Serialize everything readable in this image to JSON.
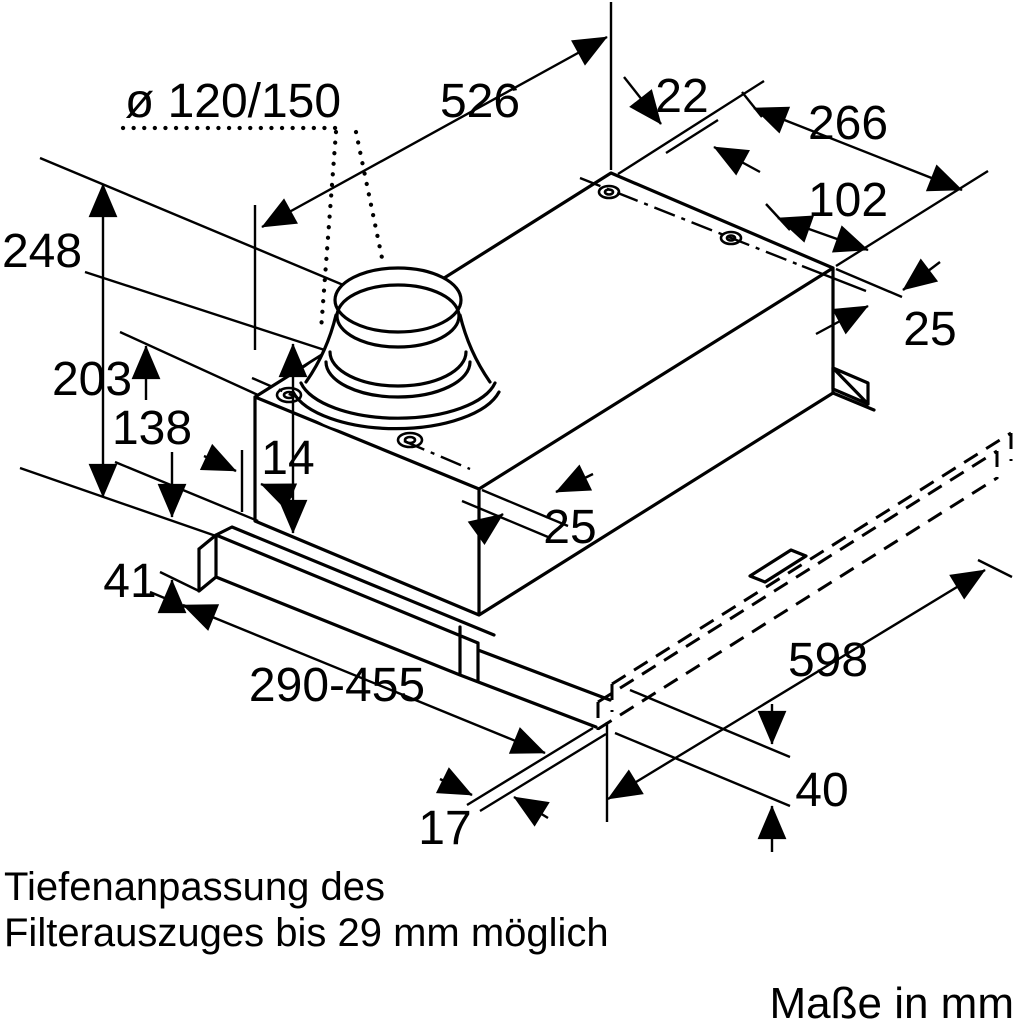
{
  "drawing": {
    "labels": {
      "diameter": "ø 120/150",
      "width_top": "526",
      "rear_offset": "22",
      "depth_spacing": "266",
      "screw_offset": "102",
      "rear_gap": "25",
      "total_height": "248",
      "body_height": "203",
      "front_height": "138",
      "side_offset": "14",
      "front_gap": "25",
      "plinth_height": "41",
      "depth_range": "290-455",
      "pullout_width": "598",
      "panel_height": "40",
      "panel_gap": "17"
    },
    "notes": {
      "line1": "Tiefenanpassung des",
      "line2": "Filterauszuges bis 29 mm möglich",
      "units": "Maße in mm"
    },
    "colors": {
      "ink": "#000000",
      "paper": "#ffffff"
    }
  }
}
